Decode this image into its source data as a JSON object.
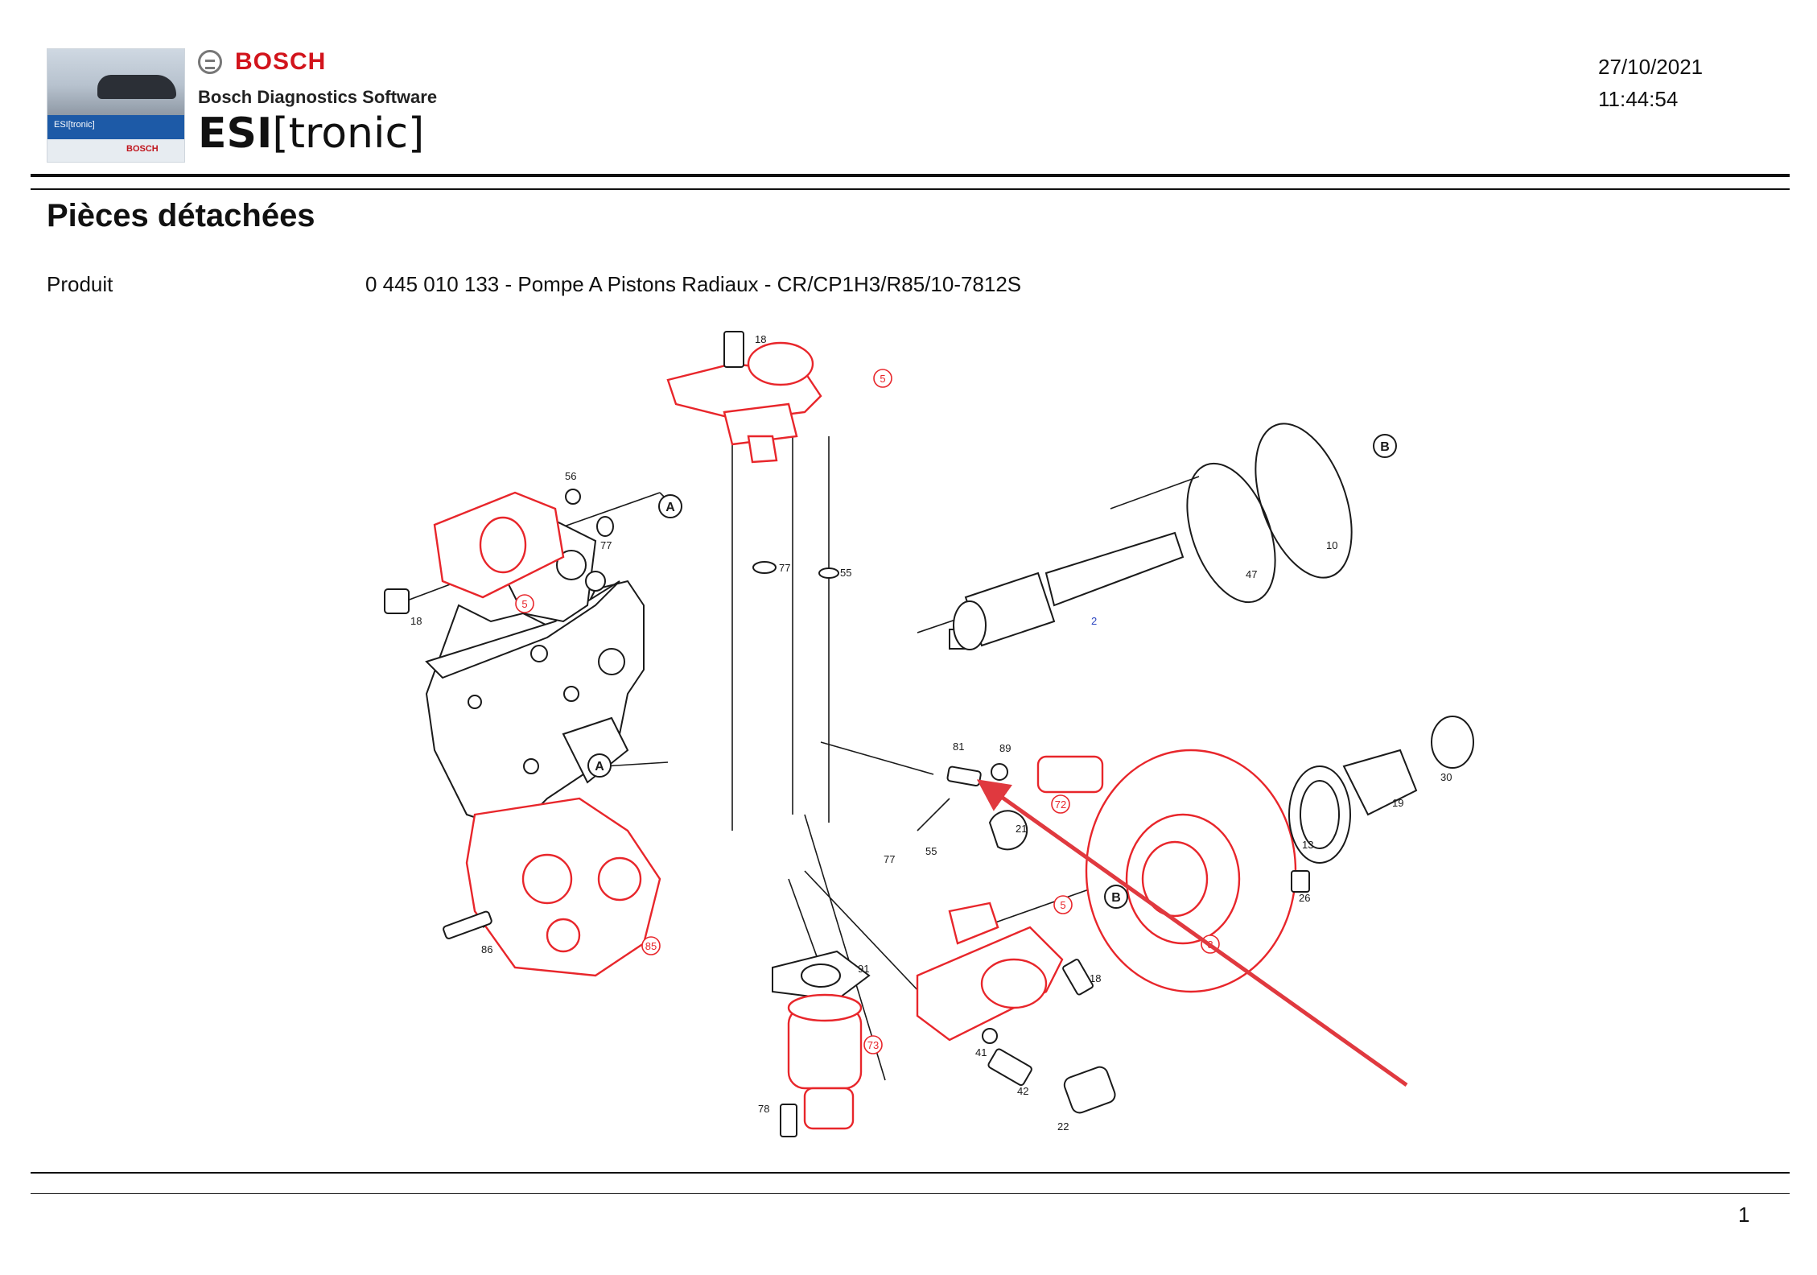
{
  "header": {
    "brand_name": "BOSCH",
    "brand_subtitle": "Bosch Diagnostics Software",
    "product_name_bold": "ESI",
    "product_name_rest": "[tronic]",
    "thumbnail_band_text": "ESI[tronic]",
    "thumbnail_footer_text": "BOSCH",
    "date": "27/10/2021",
    "time": "11:44:54"
  },
  "page": {
    "title": "Pièces détachées",
    "product_label": "Produit",
    "product_value": "0 445 010 133 - Pompe A Pistons Radiaux - CR/CP1H3/R85/10-7812S"
  },
  "diagram": {
    "highlight_color": "#e8262b",
    "line_color": "#1a1a1a",
    "arrow_color": "#e0393f",
    "labels": {
      "top_screw": "18",
      "top_valve": "5",
      "left_ring_small": "56",
      "left_valve": "5",
      "left_ring": "77",
      "left_screw": "18",
      "callout_a_top": "A",
      "callout_a_left": "A",
      "ring_77_mid": "77",
      "ring_55_mid": "55",
      "shaft": "2",
      "oring_47": "47",
      "oring_10": "10",
      "callout_b_top": "B",
      "callout_b_bottom": "B",
      "pin_81": "81",
      "spring_89": "89",
      "plug_72": "72",
      "nut_21": "21",
      "flange_3": "3",
      "seal_13": "13",
      "sleeve_19": "19",
      "cap_30": "30",
      "screw_26": "26",
      "ring_55_low": "55",
      "ring_77_low": "77",
      "plate_85": "85",
      "screw_86": "86",
      "gasket_91": "91",
      "valve_73": "73",
      "screw_78": "78",
      "lower_valve": "5",
      "screw_18_low": "18",
      "ring_41": "41",
      "fitting_42": "42",
      "cap_22": "22"
    }
  },
  "footer": {
    "page_number": "1"
  }
}
